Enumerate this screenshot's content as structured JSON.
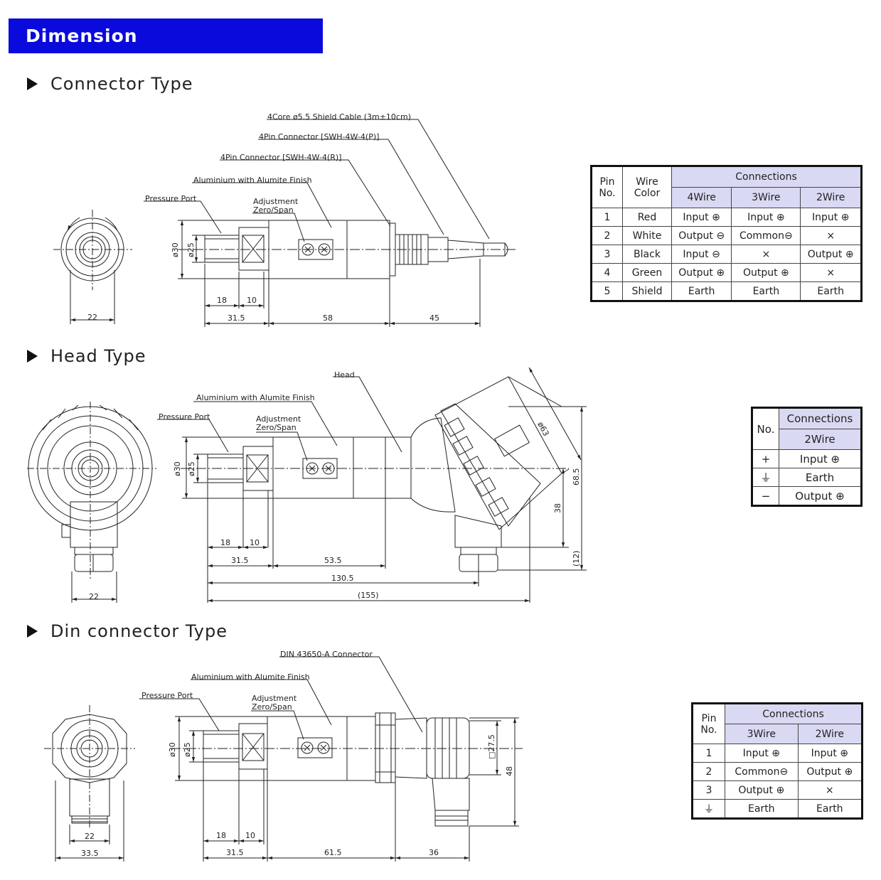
{
  "header": {
    "title": "Dimension"
  },
  "sections": {
    "connector": {
      "title": "Connector Type",
      "labels": {
        "cable": "4Core ø5.5 Shield Cable (3m±10cm)",
        "connector_p": "4Pin Connector [SWH-4W-4(P)]",
        "connector_r": "4Pin Connector [SWH-4W-4(R)]",
        "finish": "Aluminium with Alumite Finish",
        "port": "Pressure Port",
        "adjust1": "Adjustment",
        "adjust2": "Zero/Span"
      },
      "dims": {
        "d30": "ø30",
        "d25": "ø25",
        "d18": "18",
        "d10": "10",
        "d315": "31.5",
        "d58": "58",
        "d45": "45",
        "d22": "22"
      }
    },
    "head": {
      "title": "Head Type",
      "labels": {
        "head": "Head",
        "finish": "Aluminium with Alumite Finish",
        "port": "Pressure Port",
        "adjust1": "Adjustment",
        "adjust2": "Zero/Span"
      },
      "dims": {
        "d30": "ø30",
        "d25": "ø25",
        "d18": "18",
        "d10": "10",
        "d315": "31.5",
        "d535": "53.5",
        "d1305": "130.5",
        "d155": "(155)",
        "d22": "22",
        "d63": "ø63",
        "d685": "68.5",
        "d38": "38",
        "d12": "(12)"
      }
    },
    "din": {
      "title": "Din connector Type",
      "labels": {
        "connector": "DIN 43650-A Connector",
        "finish": "Aluminium with Alumite Finish",
        "port": "Pressure Port",
        "adjust1": "Adjustment",
        "adjust2": "Zero/Span"
      },
      "dims": {
        "d30": "ø30",
        "d25": "ø25",
        "d18": "18",
        "d10": "10",
        "d315": "31.5",
        "d615": "61.5",
        "d36": "36",
        "d22": "22",
        "d335": "33.5",
        "d275": "□27.5",
        "d48": "48"
      }
    }
  },
  "table_connector": {
    "headers": {
      "pin": "Pin No.",
      "wire": "Wire Color",
      "connections": "Connections",
      "w4": "4Wire",
      "w3": "3Wire",
      "w2": "2Wire"
    },
    "rows": [
      {
        "pin": "1",
        "color": "Red",
        "w4": "Input ⊕",
        "w3": "Input ⊕",
        "w2": "Input ⊕"
      },
      {
        "pin": "2",
        "color": "White",
        "w4": "Output ⊖",
        "w3": "Common⊖",
        "w2": "×"
      },
      {
        "pin": "3",
        "color": "Black",
        "w4": "Input ⊖",
        "w3": "×",
        "w2": "Output ⊕"
      },
      {
        "pin": "4",
        "color": "Green",
        "w4": "Output ⊕",
        "w3": "Output ⊕",
        "w2": "×"
      },
      {
        "pin": "5",
        "color": "Shield",
        "w4": "Earth",
        "w3": "Earth",
        "w2": "Earth"
      }
    ]
  },
  "table_head": {
    "headers": {
      "no": "No.",
      "connections": "Connections",
      "w2": "2Wire"
    },
    "rows": [
      {
        "no": "+",
        "w2": "Input ⊕"
      },
      {
        "no": "⏚",
        "w2": "Earth"
      },
      {
        "no": "−",
        "w2": "Output ⊕"
      }
    ]
  },
  "table_din": {
    "headers": {
      "pin": "Pin No.",
      "connections": "Connections",
      "w3": "3Wire",
      "w2": "2Wire"
    },
    "rows": [
      {
        "pin": "1",
        "w3": "Input ⊕",
        "w2": "Input ⊕"
      },
      {
        "pin": "2",
        "w3": "Common⊖",
        "w2": "Output ⊕"
      },
      {
        "pin": "3",
        "w3": "Output ⊕",
        "w2": "×"
      },
      {
        "pin": "⏚",
        "w3": "Earth",
        "w2": "Earth"
      }
    ]
  }
}
